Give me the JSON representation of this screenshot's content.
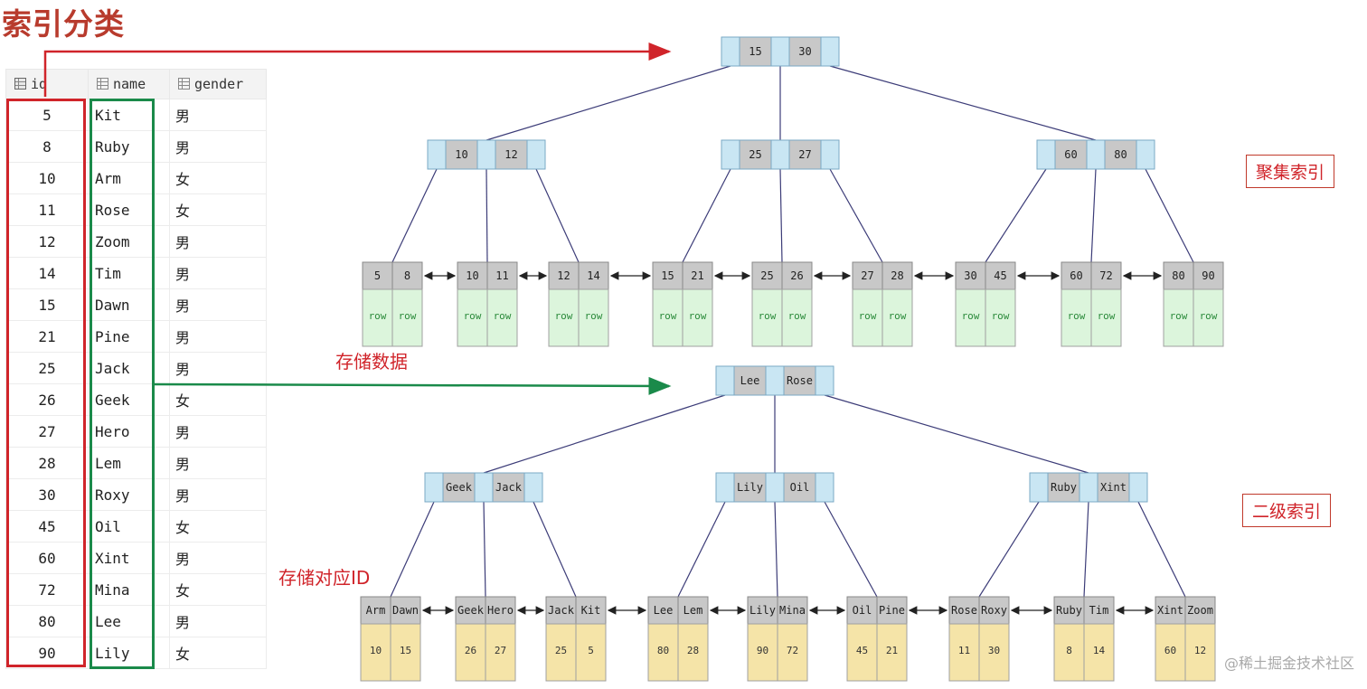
{
  "title": "索引分类",
  "table": {
    "columns": [
      "id",
      "name",
      "gender"
    ],
    "rows": [
      [
        "5",
        "Kit",
        "男"
      ],
      [
        "8",
        "Ruby",
        "男"
      ],
      [
        "10",
        "Arm",
        "女"
      ],
      [
        "11",
        "Rose",
        "女"
      ],
      [
        "12",
        "Zoom",
        "男"
      ],
      [
        "14",
        "Tim",
        "男"
      ],
      [
        "15",
        "Dawn",
        "男"
      ],
      [
        "21",
        "Pine",
        "男"
      ],
      [
        "25",
        "Jack",
        "男"
      ],
      [
        "26",
        "Geek",
        "女"
      ],
      [
        "27",
        "Hero",
        "男"
      ],
      [
        "28",
        "Lem",
        "男"
      ],
      [
        "30",
        "Roxy",
        "男"
      ],
      [
        "45",
        "Oil",
        "女"
      ],
      [
        "60",
        "Xint",
        "男"
      ],
      [
        "72",
        "Mina",
        "女"
      ],
      [
        "80",
        "Lee",
        "男"
      ],
      [
        "90",
        "Lily",
        "女"
      ]
    ]
  },
  "clustered": {
    "label": "聚集索引",
    "data_label": "存储数据",
    "root": [
      "15",
      "30"
    ],
    "internal": [
      [
        "10",
        "12"
      ],
      [
        "25",
        "27"
      ],
      [
        "60",
        "80"
      ]
    ],
    "leaves": [
      {
        "keys": [
          "5",
          "8"
        ],
        "data": [
          "row",
          "row"
        ]
      },
      {
        "keys": [
          "10",
          "11"
        ],
        "data": [
          "row",
          "row"
        ]
      },
      {
        "keys": [
          "12",
          "14"
        ],
        "data": [
          "row",
          "row"
        ]
      },
      {
        "keys": [
          "15",
          "21"
        ],
        "data": [
          "row",
          "row"
        ]
      },
      {
        "keys": [
          "25",
          "26"
        ],
        "data": [
          "row",
          "row"
        ]
      },
      {
        "keys": [
          "27",
          "28"
        ],
        "data": [
          "row",
          "row"
        ]
      },
      {
        "keys": [
          "30",
          "45"
        ],
        "data": [
          "row",
          "row"
        ]
      },
      {
        "keys": [
          "60",
          "72"
        ],
        "data": [
          "row",
          "row"
        ]
      },
      {
        "keys": [
          "80",
          "90"
        ],
        "data": [
          "row",
          "row"
        ]
      }
    ]
  },
  "secondary": {
    "label": "二级索引",
    "data_label": "存储对应ID",
    "root": [
      "Lee",
      "Rose"
    ],
    "internal": [
      [
        "Geek",
        "Jack"
      ],
      [
        "Lily",
        "Oil"
      ],
      [
        "Ruby",
        "Xint"
      ]
    ],
    "leaves": [
      {
        "keys": [
          "Arm",
          "Dawn"
        ],
        "data": [
          "10",
          "15"
        ]
      },
      {
        "keys": [
          "Geek",
          "Hero"
        ],
        "data": [
          "26",
          "27"
        ]
      },
      {
        "keys": [
          "Jack",
          "Kit"
        ],
        "data": [
          "25",
          "5"
        ]
      },
      {
        "keys": [
          "Lee",
          "Lem"
        ],
        "data": [
          "80",
          "28"
        ]
      },
      {
        "keys": [
          "Lily",
          "Mina"
        ],
        "data": [
          "90",
          "72"
        ]
      },
      {
        "keys": [
          "Oil",
          "Pine"
        ],
        "data": [
          "45",
          "21"
        ]
      },
      {
        "keys": [
          "Rose",
          "Roxy"
        ],
        "data": [
          "11",
          "30"
        ]
      },
      {
        "keys": [
          "Ruby",
          "Tim"
        ],
        "data": [
          "8",
          "14"
        ]
      },
      {
        "keys": [
          "Xint",
          "Zoom"
        ],
        "data": [
          "60",
          "12"
        ]
      }
    ]
  },
  "watermark": "@稀土掘金技术社区",
  "colors": {
    "red": "#d0242a",
    "green": "#1a8a4a",
    "node_blue": "#c9e6f3",
    "node_gray": "#c8c8c8",
    "leaf_green": "#dcf5dc",
    "leaf_yellow": "#f5e4a8",
    "edge": "#3c3c78"
  }
}
